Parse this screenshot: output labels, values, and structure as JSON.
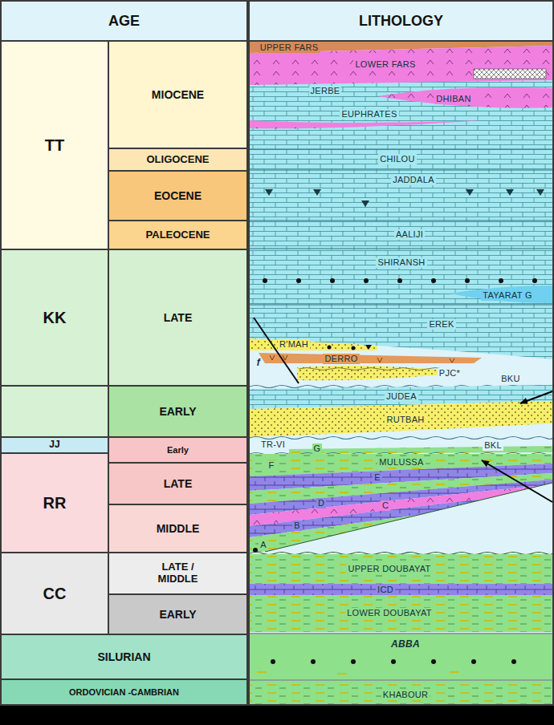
{
  "diagram": {
    "nodes": [
      {
        "text": [
          "AGE"
        ]
      },
      {
        "text": [
          "LITHOLOGY"
        ]
      },
      {
        "text": [
          "TT"
        ]
      },
      {
        "text": [
          "MIOCENE"
        ]
      },
      {
        "text": [
          "OLIGOCENE"
        ]
      },
      {
        "text": [
          "EOCENE"
        ]
      },
      {
        "text": [
          "PALEOCENE"
        ]
      },
      {
        "text": [
          "KK"
        ]
      },
      {
        "text": [
          "LATE"
        ]
      },
      {
        "text": [
          "EARLY"
        ]
      },
      {
        "text": [
          "JJ"
        ]
      },
      {
        "text": [
          "Early"
        ]
      },
      {
        "text": [
          "RR"
        ]
      },
      {
        "text": [
          "LATE"
        ]
      },
      {
        "text": [
          "MIDDLE"
        ]
      },
      {
        "text": [
          "CC"
        ]
      },
      {
        "text": [
          "LATE / MIDDLE"
        ]
      },
      {
        "text": [
          "EARLY"
        ]
      },
      {
        "text": [
          "SILURIAN"
        ]
      },
      {
        "text": [
          "ORDOVICIAN -CAMBRIAN"
        ]
      }
    ],
    "labels": [
      "UPPER FARS",
      "LOWER FARS",
      "JERBE",
      "DHIBAN",
      "EUPHRATES",
      "CHILOU",
      "JADDALA",
      "AALIJI",
      "SHIRANSH",
      "TAYARAT G",
      "EREK",
      "R'MAH",
      "DERRO",
      "PJC*",
      "BKU",
      "JUDEA",
      "RUTBAH",
      "TR-VI",
      "G",
      "BKL",
      "F",
      "MULUSSA",
      "E",
      "D",
      "C",
      "B",
      "A",
      "UPPER DOUBAYAT",
      "ICD",
      "LOWER DOUBAYAT",
      "ABBA",
      "KHABOUR",
      "f"
    ]
  }
}
